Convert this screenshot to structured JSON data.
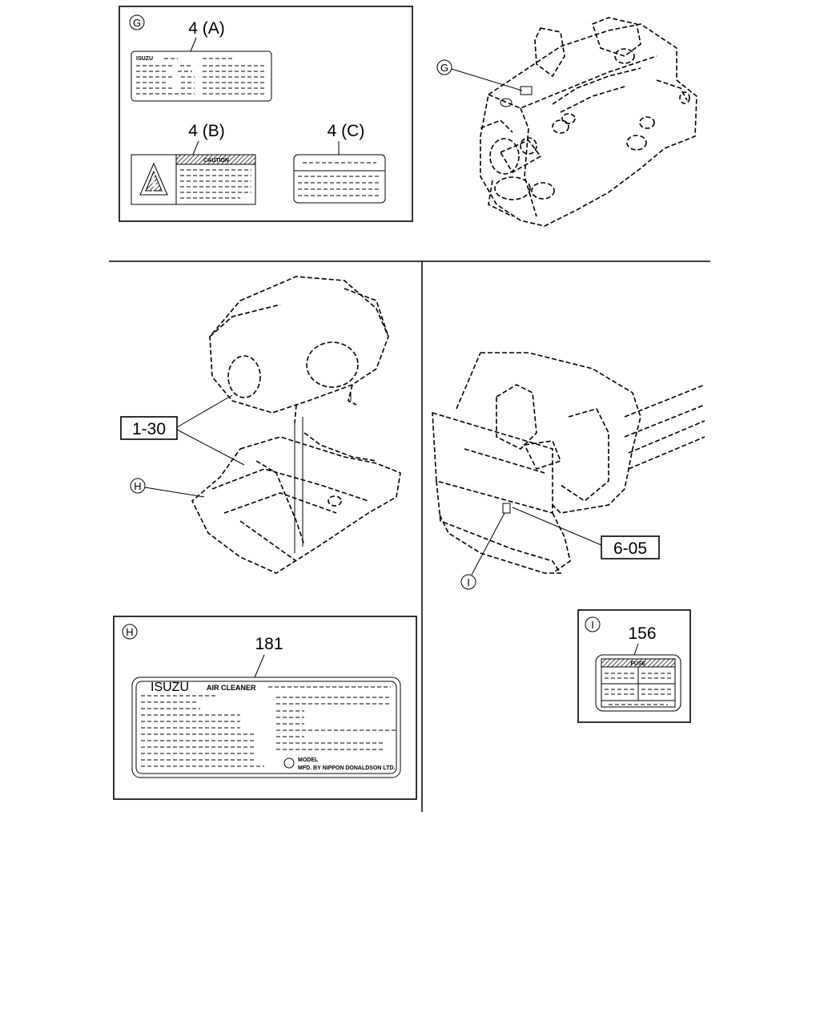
{
  "callouts": {
    "g": "G",
    "h": "H",
    "i": "I"
  },
  "panel_g": {
    "label_a_ref": "4 (A)",
    "label_b_ref": "4 (B)",
    "label_c_ref": "4 (C)",
    "label_a_brand": "ISUZU",
    "label_b_header": "CAUTION"
  },
  "panel_h": {
    "label_ref": "181",
    "brand": "ISUZU",
    "product": "AIR CLEANER",
    "model_line": "MODEL",
    "maker_line": "MFD. BY NIPPON DONALDSON LTD."
  },
  "panel_i": {
    "label_ref": "156",
    "header": "FUSE"
  },
  "section_refs": {
    "air_cleaner": "1-30",
    "cab": "6-05"
  }
}
